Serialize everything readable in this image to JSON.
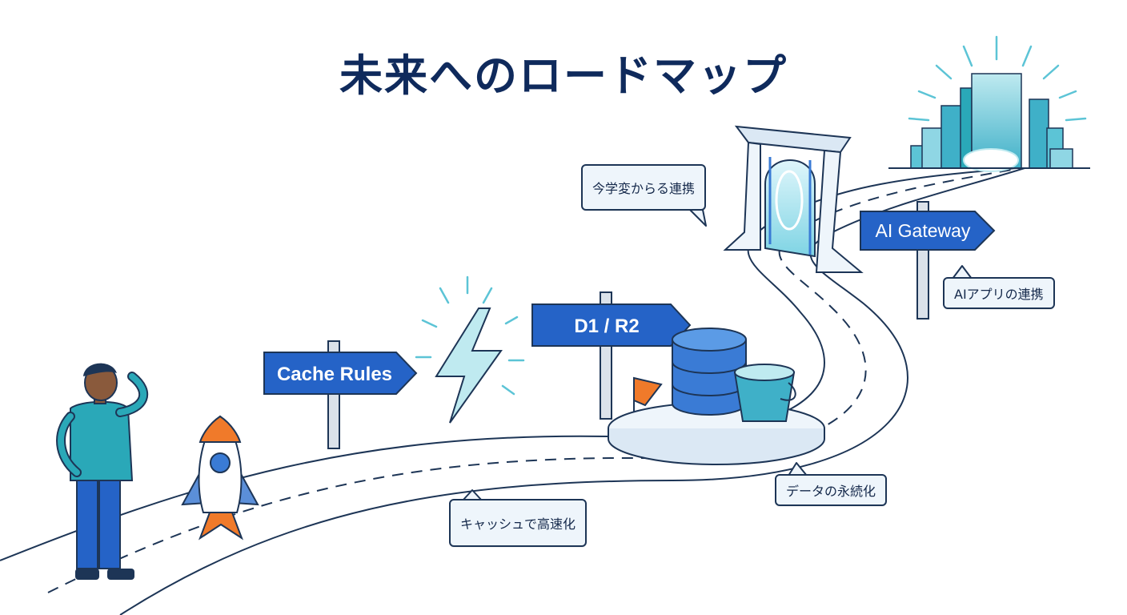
{
  "title": "未来へのロードマップ",
  "signposts": {
    "cache_rules": "Cache Rules",
    "d1_r2": "D1 / R2",
    "ai_gateway": "AI Gateway"
  },
  "callouts": {
    "cache": "キャッシュで高速化",
    "data": "データの永続化",
    "ai_app": "AIアプリの連携",
    "portal": "今学変からる連携"
  },
  "icons": [
    "person-icon",
    "rocket-icon",
    "lightning-icon",
    "database-icon",
    "bucket-icon",
    "flag-icon",
    "portal-gate-icon",
    "city-skyline-icon"
  ],
  "colors": {
    "title": "#0f2a5c",
    "sign_blue": "#2563c7",
    "outline": "#1d3556",
    "teal": "#2aa8b8",
    "light_cyan": "#bfeaf0",
    "orange": "#f07a2a"
  }
}
